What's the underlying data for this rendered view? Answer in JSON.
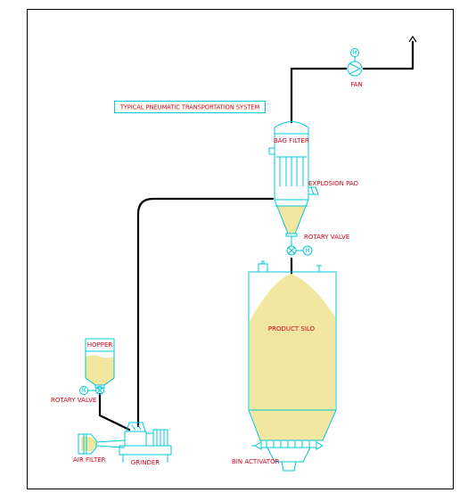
{
  "diagram": {
    "title": "TYPICAL PNEUMATIC TRANSPORTATION SYSTEM",
    "labels": {
      "fan": "FAN",
      "bag_filter": "BAG FILTER",
      "explosion_pad": "EXPLOSION PAD",
      "rotary_valve_top": "ROTARY VALVE",
      "product_silo": "PRODUCT SILO",
      "hopper": "HOPPER",
      "rotary_valve_bottom": "ROTARY VALVE",
      "air_filter": "AIR FILTER",
      "grinder": "GRINDER",
      "bin_activator": "BIN ACTIVATOR"
    },
    "motor_symbol": "M",
    "colors": {
      "equipment": "#00c8d8",
      "label": "#d0021b",
      "pipe": "#000000",
      "product": "#f2e7a0"
    }
  }
}
